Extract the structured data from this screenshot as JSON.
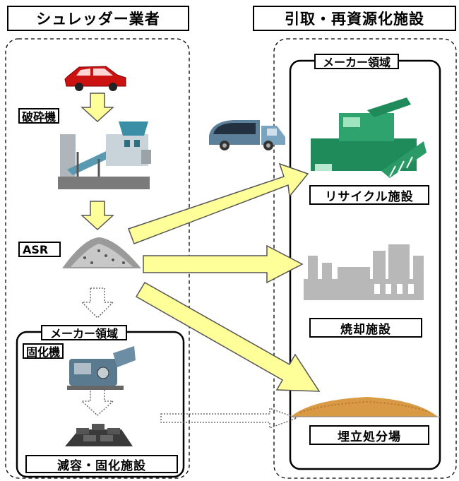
{
  "headers": {
    "shredder": "シュレッダー業者",
    "recycler": "引取・再資源化施設"
  },
  "labels": {
    "crusher": "破砕機",
    "asr": "ASR",
    "maker_region_left": "メーカー領域",
    "solidifier": "固化機",
    "reduction_facility": "減容・固化施設",
    "maker_region_right": "メーカー領域",
    "recycle_facility": "リサイクル施設",
    "incineration_facility": "焼却施設",
    "landfill": "埋立処分場"
  },
  "colors": {
    "arrow_fill": "#ffff99",
    "arrow_stroke": "#555555",
    "car": "#cc1111",
    "recycle_plant": "#1f8a5a",
    "incinerator": "#b8b8b8",
    "landfill_soil": "#d99a45"
  }
}
